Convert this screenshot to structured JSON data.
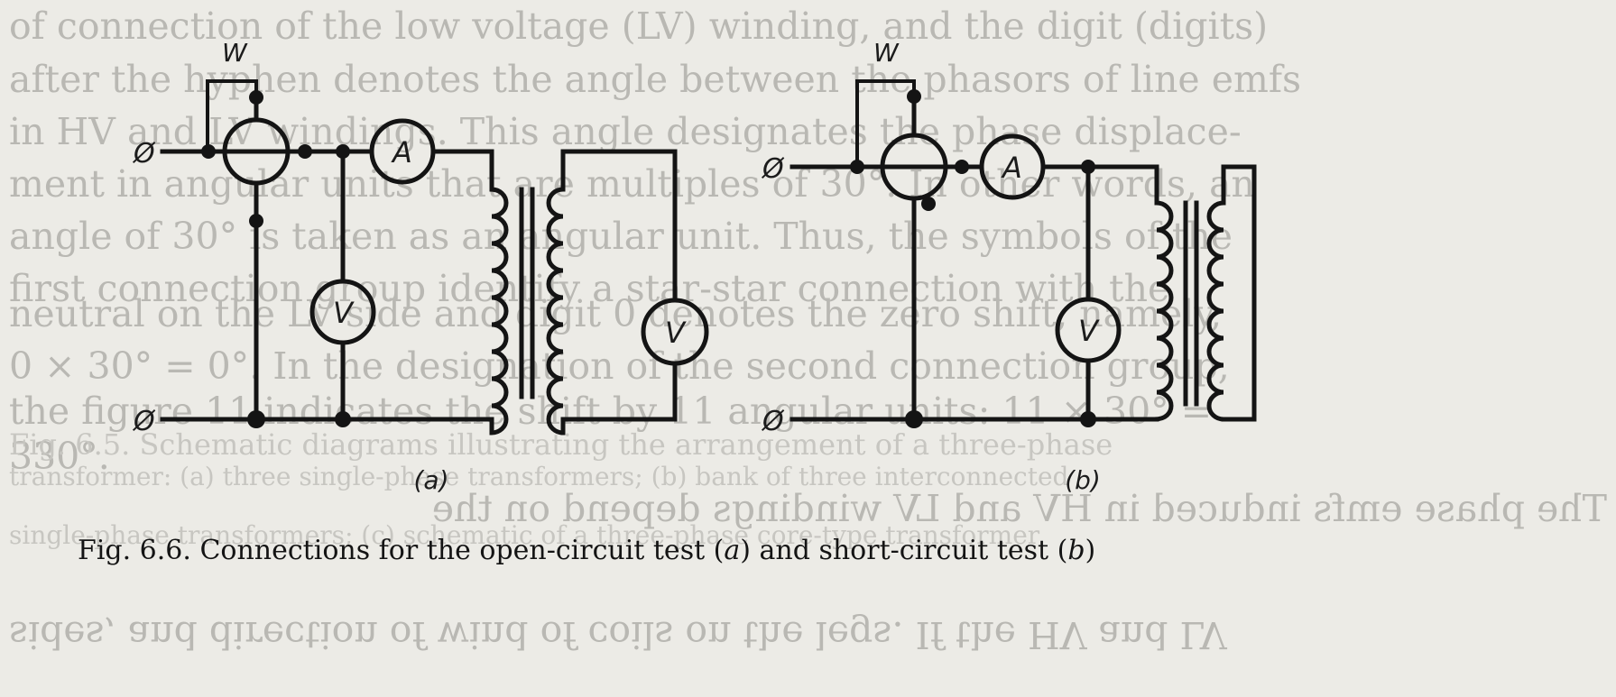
{
  "background_text": {
    "lines": [
      "of connection of the low voltage (LV) winding, and the digit (digits)",
      "after the hyphen denotes the angle between the phasors of line emfs",
      "in HV and LV windings. This angle designates the phase displace-",
      "ment in angular units that are multiples of 30°. In other words, an",
      "angle of 30° is taken as an angular unit. Thus, the symbols of the",
      "first connection group identify a star-star connection with the",
      "neutral on the LV side and digit 0 denotes the zero shift, namely,",
      "0 × 30° = 0°. In the designation of the second connection group,",
      "the figure 11 indicates the shift by 11 angular units: 11 × 30° =",
      "330°.",
      "The phase emfs induced in HV and LV windings depend on the"
    ],
    "faint_lines": [
      "Fig. 6.5. Schematic diagrams illustrating the arrangement of a three-phase",
      "transformer: (a) three single-phase transformers; (b) bank of three interconnected",
      "single-phase transformers; (c) schematic of a three-phase core-type transformer"
    ],
    "mirrored_lines": [
      "sides, and direction of wind of coils on the legs. If the HV and LV"
    ]
  },
  "diagram_a": {
    "wattmeter_label": "W",
    "ammeter_label": "A",
    "voltmeter_primary_label": "V",
    "voltmeter_secondary_label": "V",
    "terminal_top": "Ø",
    "terminal_bottom": "Ø",
    "sublabel": "(a)"
  },
  "diagram_b": {
    "wattmeter_label": "W",
    "ammeter_label": "A",
    "voltmeter_label": "V",
    "terminal_top": "Ø",
    "terminal_bottom": "Ø",
    "sublabel": "(b)"
  },
  "caption": {
    "prefix": "Fig. 6.6. Connections for the open-circuit test (",
    "a": "a",
    "middle": ") and short-circuit test (",
    "b": "b",
    "suffix": ")"
  }
}
